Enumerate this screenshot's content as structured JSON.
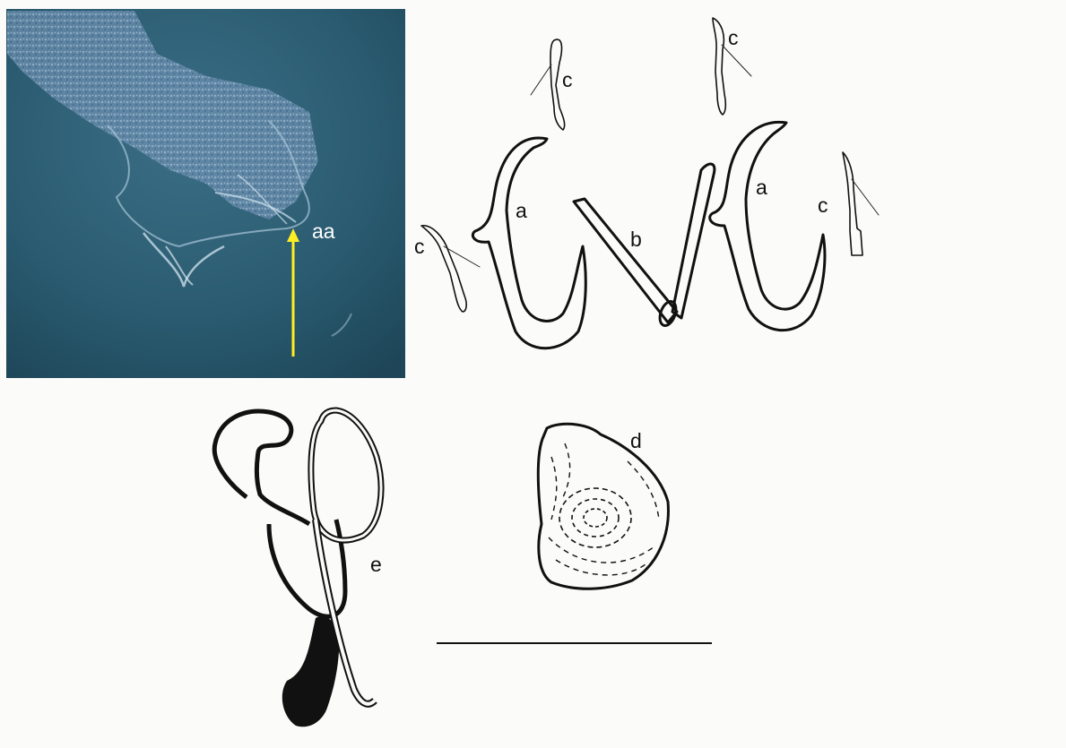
{
  "labels": {
    "photo_marker": "aa",
    "anchor_left": "a",
    "anchor_right": "a",
    "bar_b": "b",
    "hook_top_left": "c",
    "hook_top_right": "c",
    "hook_left": "c",
    "hook_right": "c",
    "squamodisc": "d",
    "copulatory_organ": "e"
  },
  "colors": {
    "photo_background": "#27566a",
    "arrow": "#ffee22",
    "ink": "#111111",
    "paper": "#fbfbf9"
  }
}
